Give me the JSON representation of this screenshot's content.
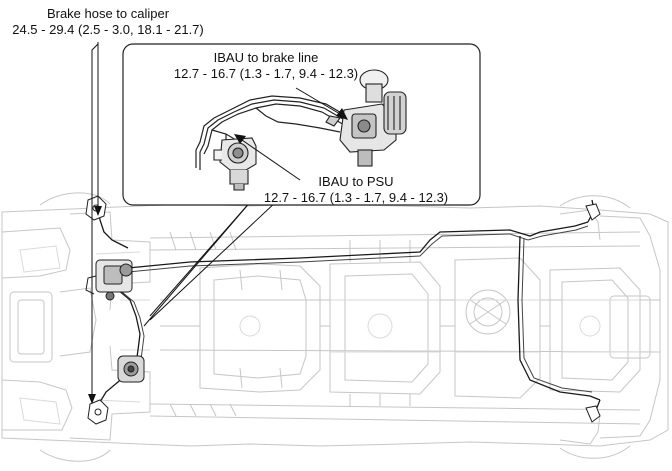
{
  "labels": {
    "brake_hose": {
      "title": "Brake hose to caliper",
      "spec": "24.5 - 29.4 (2.5 - 3.0, 18.1 - 21.7)"
    },
    "ibau_brake_line": {
      "title": "IBAU to brake line",
      "spec": "12.7 - 16.7 (1.3 - 1.7, 9.4 - 12.3)"
    },
    "ibau_psu": {
      "title": "IBAU to PSU",
      "spec": "12.7 - 16.7 (1.3 - 1.7, 9.4 - 12.3)"
    }
  },
  "colors": {
    "line": "#111111",
    "chassis_light": "#c8c8c8",
    "chassis_mid": "#a8a8a8",
    "background": "#ffffff"
  }
}
